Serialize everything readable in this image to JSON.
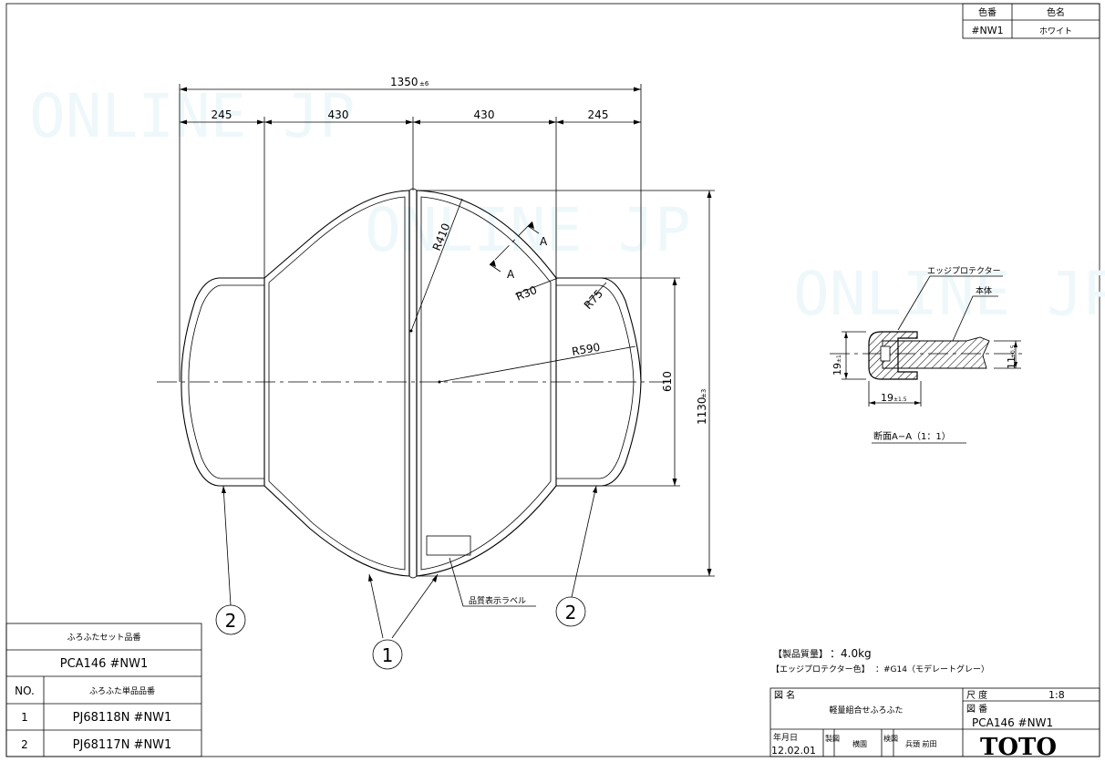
{
  "color_table": {
    "header_code": "色番",
    "header_name": "色名",
    "code": "#NW1",
    "name": "ホワイト"
  },
  "watermark": "ONLINE JP",
  "dimensions": {
    "overall_width": "1350",
    "overall_width_tol": "±6",
    "seg1": "245",
    "seg2": "430",
    "seg3": "430",
    "seg4": "245",
    "height_total": "1130",
    "height_total_tol": "±3",
    "height_handle": "610",
    "r410": "R410",
    "r30": "R30",
    "r75": "R75",
    "r590": "R590",
    "section_mark": "A"
  },
  "label_callout": "品質表示ラベル",
  "callouts": {
    "one": "1",
    "two": "2"
  },
  "section_detail": {
    "edge_protector": "エッジプロテクター",
    "body": "本体",
    "dim_h": "19",
    "dim_h_tol": "±1",
    "dim_w": "19",
    "dim_w_tol": "±1.5",
    "dim_t": "11",
    "dim_t_tol": "±0.5",
    "title": "断面A−A（1：1）"
  },
  "notes": {
    "weight_label": "【製品質量】",
    "weight_value": "：4.0kg",
    "color_label": "【エッジプロテクター色】",
    "color_value": "：#G14（モデレートグレー）"
  },
  "parts_table": {
    "set_header": "ふろふたセット品番",
    "set_code": "PCA146 #NW1",
    "col_no": "NO.",
    "col_part": "ふろふた単品品番",
    "rows": [
      {
        "no": "1",
        "code": "PJ68118N #NW1"
      },
      {
        "no": "2",
        "code": "PJ68117N #NW1"
      }
    ]
  },
  "title_block": {
    "zumei_label": "図 名",
    "zumei": "軽量組合せふろふた",
    "scale_label": "尺 度",
    "scale": "1:8",
    "zuban_label": "図 番",
    "zuban": "PCA146 #NW1",
    "date_label": "年月日",
    "date": "12.02.01",
    "sei_label": "製図",
    "drafter": "横園",
    "ken_label": "検図",
    "checker": "兵頭 前田",
    "brand": "TOTO"
  }
}
